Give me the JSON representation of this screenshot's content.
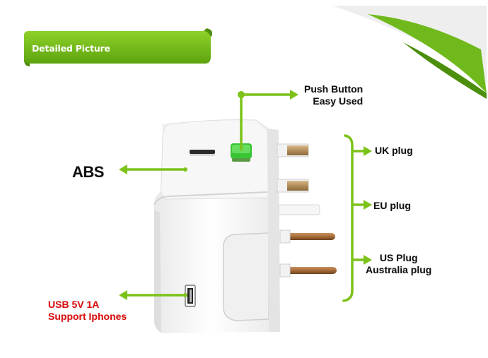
{
  "banner": {
    "title": "Detailed Picture"
  },
  "labels": {
    "abs": "ABS",
    "push_line1": "Push Button",
    "push_line2": "Easy Used",
    "uk": "UK plug",
    "eu": "EU plug",
    "us_line1": "US Plug",
    "us_line2": "Australia plug",
    "usb_line1": "USB 5V 1A",
    "usb_line2": "Support Iphones"
  },
  "colors": {
    "accent_green": "#7cc21a",
    "banner_green": "#72bb17",
    "usb_text_red": "#e01010"
  }
}
